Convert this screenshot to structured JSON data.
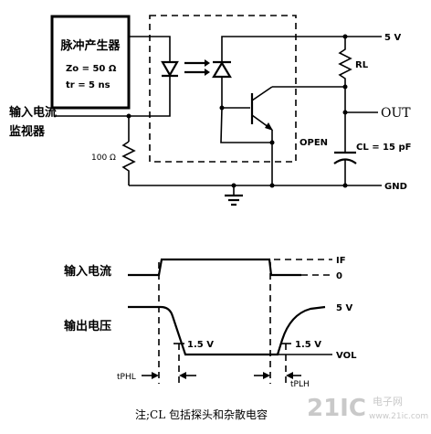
{
  "circuit": {
    "generator": {
      "title": "脉冲产生器",
      "z0": "Zo = 50 Ω",
      "tr": "tr = 5 ns"
    },
    "input_monitor": [
      "输入电流",
      "监视器"
    ],
    "resistor_100": "100 Ω",
    "rl": "RL",
    "cl": "CL = 15 pF",
    "vcc": "5 V",
    "out": "OUT",
    "open": "OPEN",
    "gnd": "GND"
  },
  "waveform": {
    "input_label": "输入电流",
    "output_label": "输出电压",
    "if": "IF",
    "zero": "0",
    "v5": "5 V",
    "v15a": "1.5 V",
    "v15b": "1.5 V",
    "vol": "VOL",
    "tphl": "tPHL",
    "tplh": "tPLH"
  },
  "note": "注;CL 包括探头和杂散电容",
  "watermark": {
    "brand": "21IC",
    "site": "电子网",
    "url": "www.21ic.com"
  }
}
